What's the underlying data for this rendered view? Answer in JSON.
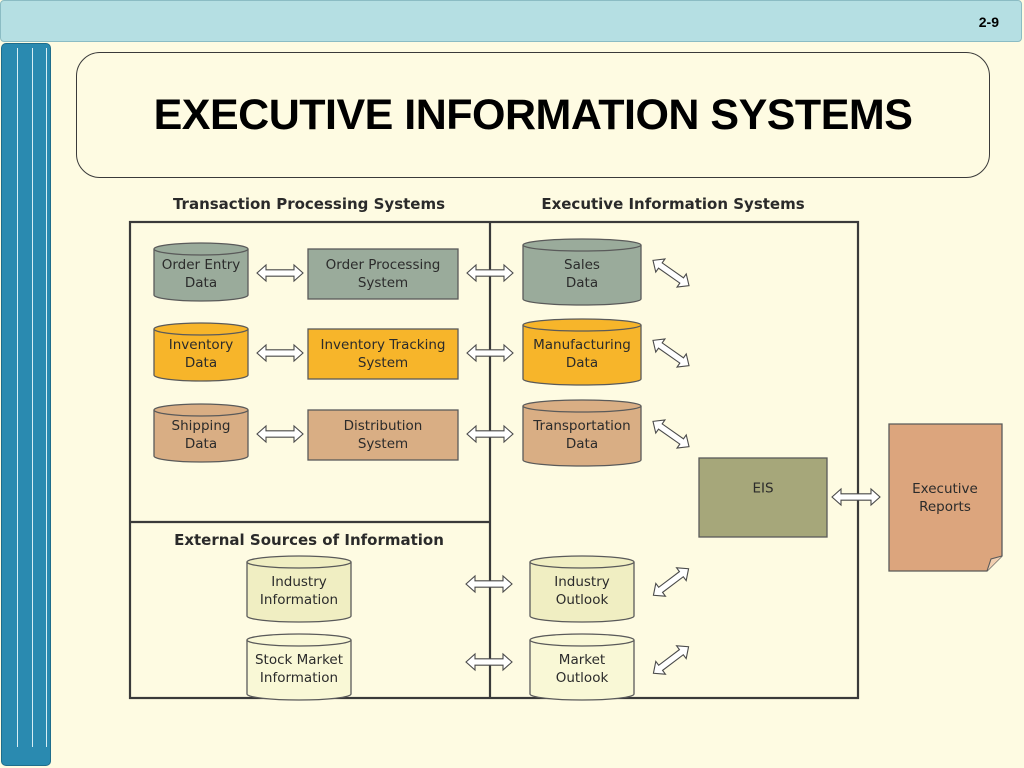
{
  "slide": {
    "number": "2-9",
    "title": "EXECUTIVE INFORMATION SYSTEMS"
  },
  "diagram": {
    "headers": {
      "tps": "Transaction Processing Systems",
      "eis": "Executive Information Systems",
      "external": "External Sources of Information"
    },
    "colors": {
      "gray_green": "#9aab9b",
      "gold": "#f7b52a",
      "tan": "#d9ae84",
      "pale": "#f0eec2",
      "paler": "#f9f8d6",
      "eis_box": "#a6a77a",
      "report": "#dca57d"
    },
    "tps_rows": [
      {
        "data": [
          "Order Entry",
          "Data"
        ],
        "system": [
          "Order Processing",
          "System"
        ],
        "eis_data": [
          "Sales",
          "Data"
        ]
      },
      {
        "data": [
          "Inventory",
          "Data"
        ],
        "system": [
          "Inventory Tracking",
          "System"
        ],
        "eis_data": [
          "Manufacturing",
          "Data"
        ]
      },
      {
        "data": [
          "Shipping",
          "Data"
        ],
        "system": [
          "Distribution",
          "System"
        ],
        "eis_data": [
          "Transportation",
          "Data"
        ]
      }
    ],
    "external_rows": [
      {
        "source": [
          "Industry",
          "Information"
        ],
        "eis_data": [
          "Industry",
          "Outlook"
        ]
      },
      {
        "source": [
          "Stock Market",
          "Information"
        ],
        "eis_data": [
          "Market",
          "Outlook"
        ]
      }
    ],
    "eis_label": "EIS",
    "report": [
      "Executive",
      "Reports"
    ]
  }
}
